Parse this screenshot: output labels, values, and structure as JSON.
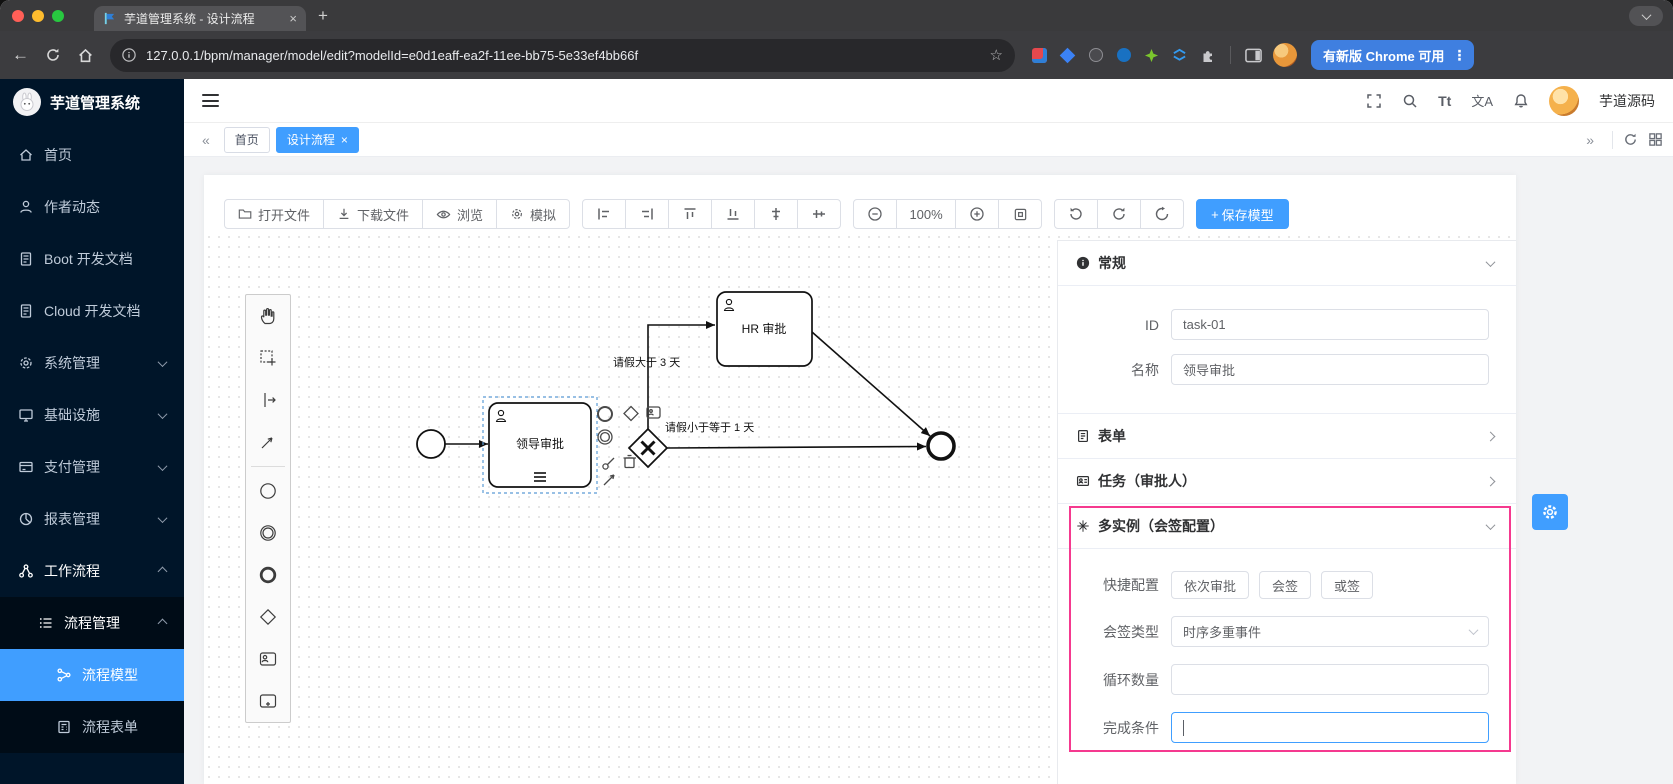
{
  "browser": {
    "tab_title": "芋道管理系统 - 设计流程",
    "url": "127.0.0.1/bpm/manager/model/edit?modelId=e0d1eaff-ea2f-11ee-bb75-5e33ef4bb66f",
    "update_button": "有新版 Chrome 可用"
  },
  "icons": {
    "back": "←",
    "star": "☆",
    "kebab": "⋮",
    "new_tab": "+",
    "close": "×",
    "collapse_left": "«",
    "expand_right": "»",
    "font_size": "Tt",
    "language": "文A",
    "plus": "+"
  },
  "sidebar": {
    "logo": "芋道管理系统",
    "items": [
      {
        "label": "首页"
      },
      {
        "label": "作者动态"
      },
      {
        "label": "Boot 开发文档"
      },
      {
        "label": "Cloud 开发文档"
      },
      {
        "label": "系统管理"
      },
      {
        "label": "基础设施"
      },
      {
        "label": "支付管理"
      },
      {
        "label": "报表管理"
      },
      {
        "label": "工作流程"
      }
    ],
    "submenu": {
      "label": "流程管理",
      "children": [
        {
          "label": "流程模型"
        },
        {
          "label": "流程表单"
        }
      ]
    }
  },
  "header": {
    "user_name": "芋道源码"
  },
  "tags": {
    "items": [
      {
        "label": "首页"
      },
      {
        "label": "设计流程"
      }
    ]
  },
  "toolbar": {
    "open_file": "打开文件",
    "download_file": "下载文件",
    "preview": "浏览",
    "simulate": "模拟",
    "zoom_level": "100%",
    "save_model": "保存模型"
  },
  "diagram": {
    "tasks": [
      {
        "label": "领导审批"
      },
      {
        "label": "HR 审批"
      }
    ],
    "flows": [
      {
        "label": "请假大于 3 天"
      },
      {
        "label": "请假小于等于 1 天"
      }
    ]
  },
  "panel": {
    "general": {
      "title": "常规",
      "fields": [
        {
          "label": "ID",
          "value": "task-01"
        },
        {
          "label": "名称",
          "value": "领导审批"
        }
      ]
    },
    "sections": {
      "form": "表单",
      "task": "任务（审批人）"
    },
    "multi": {
      "title": "多实例（会签配置）",
      "quick_label": "快捷配置",
      "quick_options": [
        {
          "label": "依次审批"
        },
        {
          "label": "会签"
        },
        {
          "label": "或签"
        }
      ],
      "type_label": "会签类型",
      "type_value": "时序多重事件",
      "loop_label": "循环数量",
      "loop_value": "",
      "condition_label": "完成条件",
      "condition_value": ""
    }
  },
  "colors": {
    "accent": "#409eff",
    "sidebar_bg": "#001529",
    "highlight": "#f5398f",
    "update_button_bg": "#3f7fe0"
  }
}
